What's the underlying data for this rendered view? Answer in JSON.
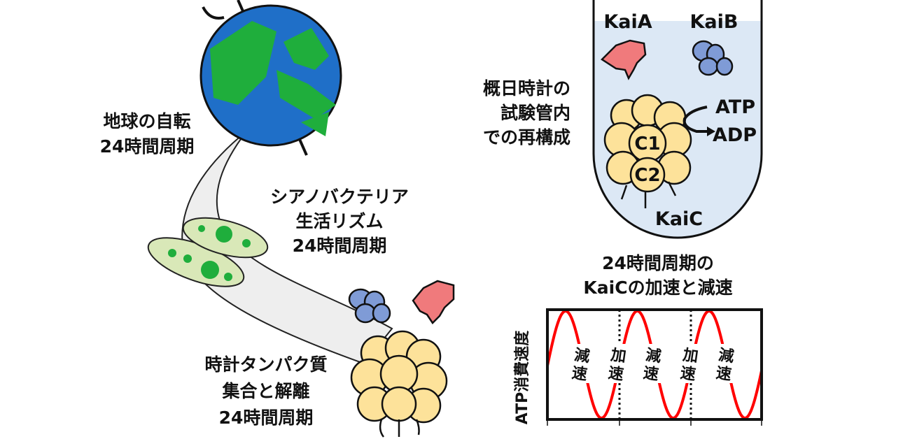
{
  "earth": {
    "lines": [
      "地球の自転",
      "24時間周期"
    ]
  },
  "cyanobacteria": {
    "lines": [
      "シアノバクテリア",
      "生活リズム",
      "24時間周期"
    ]
  },
  "clock_proteins": {
    "lines": [
      "時計タンパク質",
      "集合と解離",
      "24時間周期"
    ]
  },
  "in_vitro": {
    "lines": [
      "概日時計の",
      "試験管内",
      "での再構成"
    ]
  },
  "tube": {
    "kaia": "KaiA",
    "kaib": "KaiB",
    "kaic": "KaiC",
    "c1": "C1",
    "c2": "C2",
    "atp": "ATP",
    "adp": "ADP"
  },
  "graph": {
    "title": [
      "24時間周期の",
      "KaiCの加速と減速"
    ],
    "ylabel": "ATP消費速度",
    "phase_labels": [
      "減速",
      "加速",
      "減速",
      "加速",
      "減速"
    ]
  },
  "colors": {
    "ocean": "#1f6fc8",
    "land": "#1fae3c",
    "kaia": "#f07a7c",
    "kaib": "#7f9bd6",
    "kaic": "#fde29a",
    "tube": "#dce8f5",
    "curve": "#ff0000"
  }
}
